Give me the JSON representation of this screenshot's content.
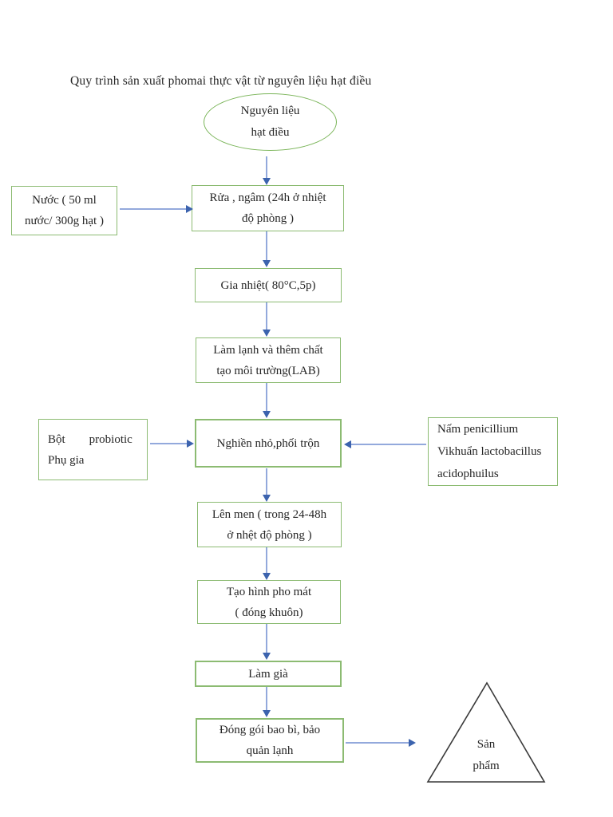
{
  "page": {
    "title": "Quy trình sản xuất phomai thực vật từ nguyên liệu hạt điều"
  },
  "colors": {
    "box_border": "#8cbb72",
    "ellipse_border": "#79b457",
    "arrow_shaft": "#93a9dc",
    "arrow_head": "#3c63ae",
    "triangle_border": "#3a3a3a",
    "text": "#262626"
  },
  "nodes": {
    "start": {
      "shape": "ellipse",
      "lines": [
        "Nguyên liệu",
        "hạt điều"
      ]
    },
    "nuoc": {
      "shape": "rect",
      "lines": [
        "Nước ( 50 ml",
        "nước/ 300g hạt )"
      ]
    },
    "rua": {
      "shape": "rect",
      "lines": [
        "Rửa , ngâm (24h ở nhiệt",
        "độ phòng )"
      ]
    },
    "gia_nhiet": {
      "shape": "rect",
      "lines": [
        "Gia nhiệt( 80°C,5p)"
      ]
    },
    "lam_lanh": {
      "shape": "rect",
      "lines": [
        "Làm lạnh và thêm chất",
        "tạo môi trường(LAB)"
      ]
    },
    "bot": {
      "shape": "rect",
      "lines": [
        "Bột        probiotic",
        "Phụ gia"
      ]
    },
    "nghien": {
      "shape": "rect",
      "lines": [
        "Nghiền nhỏ,phối trộn"
      ]
    },
    "nam": {
      "shape": "rect",
      "lines": [
        "Nấm penicillium",
        "Vikhuẩn lactobacillus",
        "acidophuilus"
      ]
    },
    "len_men": {
      "shape": "rect",
      "lines": [
        "Lên men ( trong 24-48h",
        "ở nhệt độ phòng )"
      ]
    },
    "tao_hinh": {
      "shape": "rect",
      "lines": [
        "Tạo hình pho mát",
        "( đóng khuôn)"
      ]
    },
    "lam_gia": {
      "shape": "rect",
      "lines": [
        "Làm già"
      ]
    },
    "dong_goi": {
      "shape": "rect",
      "lines": [
        "Đóng gói bao bì, bảo",
        "quản lạnh"
      ]
    },
    "san_pham": {
      "shape": "triangle",
      "lines": [
        "Sản",
        "phẩm"
      ]
    }
  }
}
